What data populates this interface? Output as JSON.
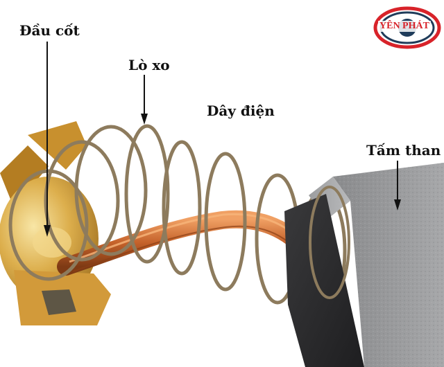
{
  "labels": {
    "terminal": "Đầu cốt",
    "spring": "Lò xo",
    "wire": "Dây điện",
    "carbon": "Tấm than"
  },
  "logo": {
    "text": "YÊN PHÁT",
    "color": "#d8232a",
    "ring_dark": "#1f3c5a"
  },
  "colors": {
    "brass": "#d9a441",
    "spring_wire": "#8d7b5d",
    "copper": "#c96a2d",
    "carbon": "#8b8c8e"
  }
}
